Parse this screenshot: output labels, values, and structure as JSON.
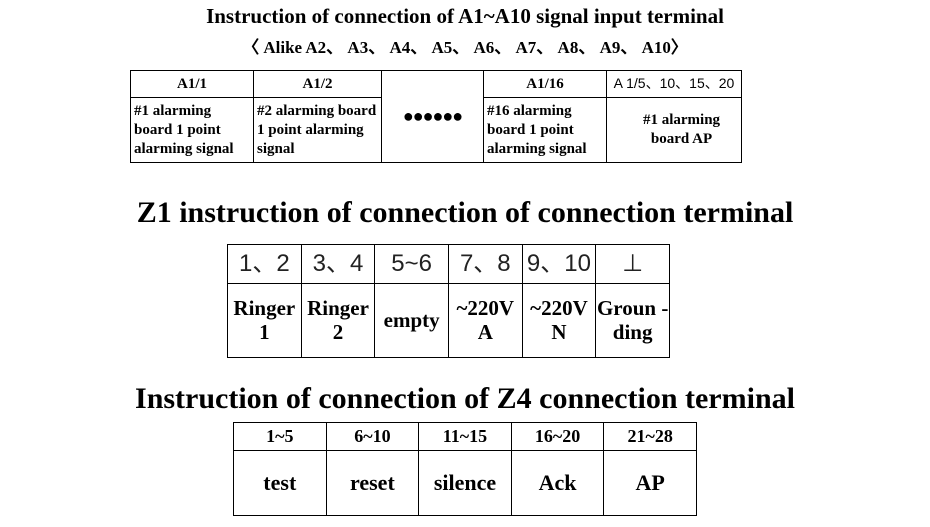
{
  "section1": {
    "title": "Instruction of connection of A1~A10 signal input terminal",
    "subtitle": "〈 Alike A2、 A3、 A4、 A5、 A6、 A7、 A8、 A9、 A10〉",
    "headers": [
      "A1/1",
      "A1/2",
      "",
      "A1/16",
      "A 1/5、10、15、20"
    ],
    "cells": [
      "#1 alarming board 1 point alarming signal",
      "#2 alarming board 1 point alarming signal",
      "●●●●●●",
      "#16 alarming board 1 point alarming signal",
      "#1 alarming board AP"
    ]
  },
  "section2": {
    "title": "Z1 instruction of connection of connection terminal",
    "headers": [
      "1、2",
      "3、4",
      "5~6",
      "7、8",
      "9、10",
      "⊥"
    ],
    "cells": [
      "Ringer 1",
      "Ringer 2",
      "empty",
      "~220V A",
      "~220V N",
      "Groun -ding"
    ]
  },
  "section3": {
    "title": "Instruction of connection of Z4 connection terminal",
    "headers": [
      "1~5",
      "6~10",
      "11~15",
      "16~20",
      "21~28"
    ],
    "cells": [
      "test",
      "reset",
      "silence",
      "Ack",
      "AP"
    ]
  }
}
